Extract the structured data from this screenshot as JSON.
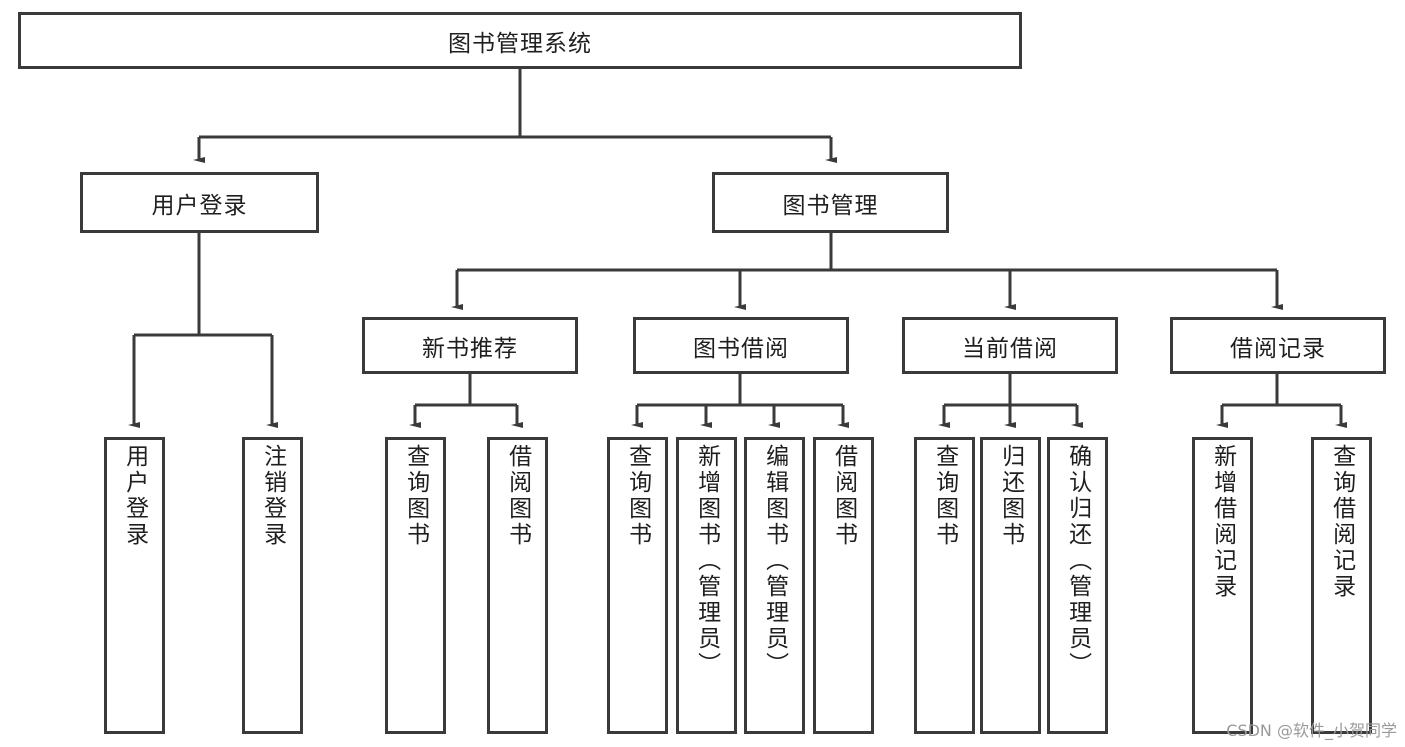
{
  "diagram": {
    "title": "图书管理系统",
    "type": "tree-hierarchy-chart",
    "colors": {
      "stroke": "#3a3a3a",
      "fill": "#ffffff",
      "text": "#1f1f1f",
      "watermark": "#9a9a9a"
    },
    "root": {
      "label": "图书管理系统"
    },
    "level2": [
      {
        "label": "用户登录"
      },
      {
        "label": "图书管理"
      }
    ],
    "level3": [
      {
        "label": "新书推荐"
      },
      {
        "label": "图书借阅"
      },
      {
        "label": "当前借阅"
      },
      {
        "label": "借阅记录"
      }
    ],
    "leaves": {
      "user_login": [
        {
          "label": "用户登录"
        },
        {
          "label": "注销登录"
        }
      ],
      "new_book_recommend": [
        {
          "label": "查询图书"
        },
        {
          "label": "借阅图书"
        }
      ],
      "book_borrow": [
        {
          "label": "查询图书"
        },
        {
          "label": "新增图书（管理员）"
        },
        {
          "label": "编辑图书（管理员）"
        },
        {
          "label": "借阅图书"
        }
      ],
      "current_borrow": [
        {
          "label": "查询图书"
        },
        {
          "label": "归还图书"
        },
        {
          "label": "确认归还（管理员）"
        }
      ],
      "borrow_record": [
        {
          "label": "新增借阅记录"
        },
        {
          "label": "查询借阅记录"
        }
      ]
    },
    "watermark": "CSDN @软件_小贺同学"
  }
}
